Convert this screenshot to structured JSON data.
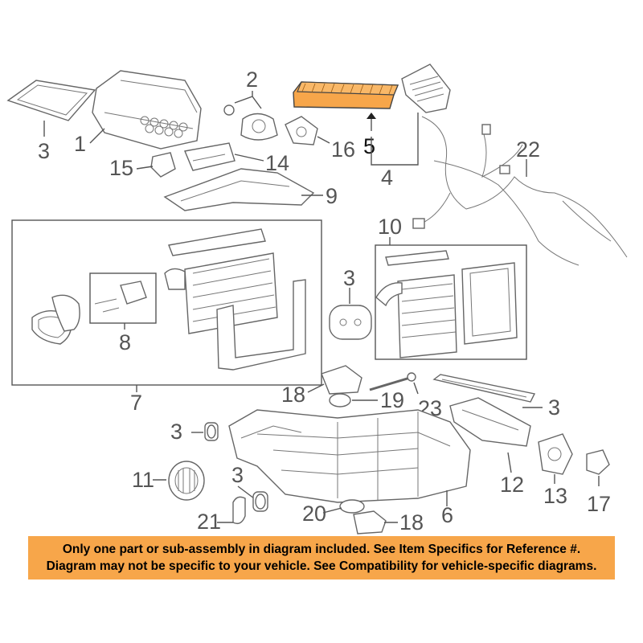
{
  "selected_color": "#f7a64a",
  "notice": {
    "line1": "Only one part or sub-assembly in diagram included. See Item Specifics for Reference #.",
    "line2": "Diagram may not be specific to your vehicle. See Compatibility for vehicle-specific diagrams."
  },
  "callouts": {
    "c3a": "3",
    "c1": "1",
    "c2": "2",
    "c5": "5",
    "c4": "4",
    "c16": "16",
    "c14": "14",
    "c15": "15",
    "c9": "9",
    "c22": "22",
    "c10": "10",
    "c8": "8",
    "c3b": "3",
    "c7": "7",
    "c18a": "18",
    "c19": "19",
    "c23": "23",
    "c3c": "3",
    "c3d": "3",
    "c11": "11",
    "c3e": "3",
    "c21": "21",
    "c20": "20",
    "c18b": "18",
    "c6": "6",
    "c12": "12",
    "c13": "13",
    "c17": "17"
  }
}
